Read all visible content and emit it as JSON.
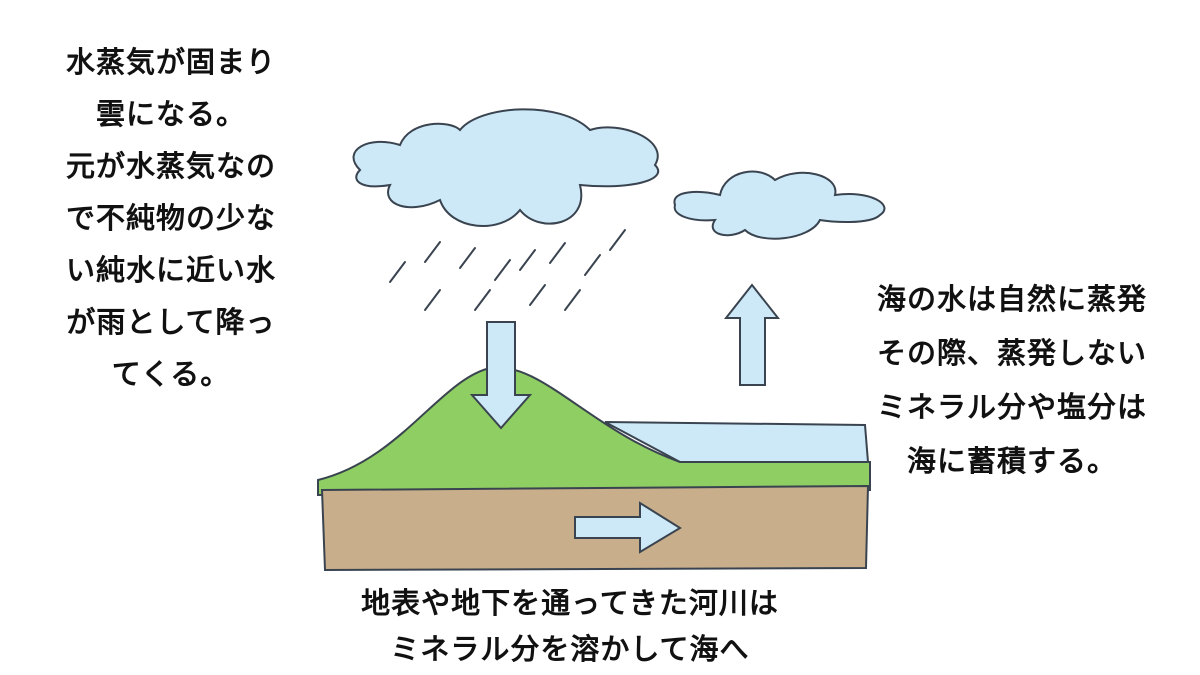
{
  "left_note": {
    "lines": [
      "水蒸気が固まり",
      "雲になる。",
      "元が水蒸気なの",
      "で不純物の少な",
      "い純水に近い水",
      "が雨として降っ",
      "てくる。"
    ]
  },
  "right_note": {
    "lines": [
      "海の水は自然に蒸発",
      "その際、蒸発しない",
      "ミネラル分や塩分は",
      "海に蓄積する。"
    ]
  },
  "bottom_note": {
    "lines": [
      "地表や地下を通ってきた河川は",
      "ミネラル分を溶かして海へ"
    ]
  },
  "colors": {
    "cloud": "#cde9f7",
    "sea": "#cde9f7",
    "mountain": "#8fce62",
    "ground": "#c8ae8a",
    "outline": "#3a4450"
  }
}
